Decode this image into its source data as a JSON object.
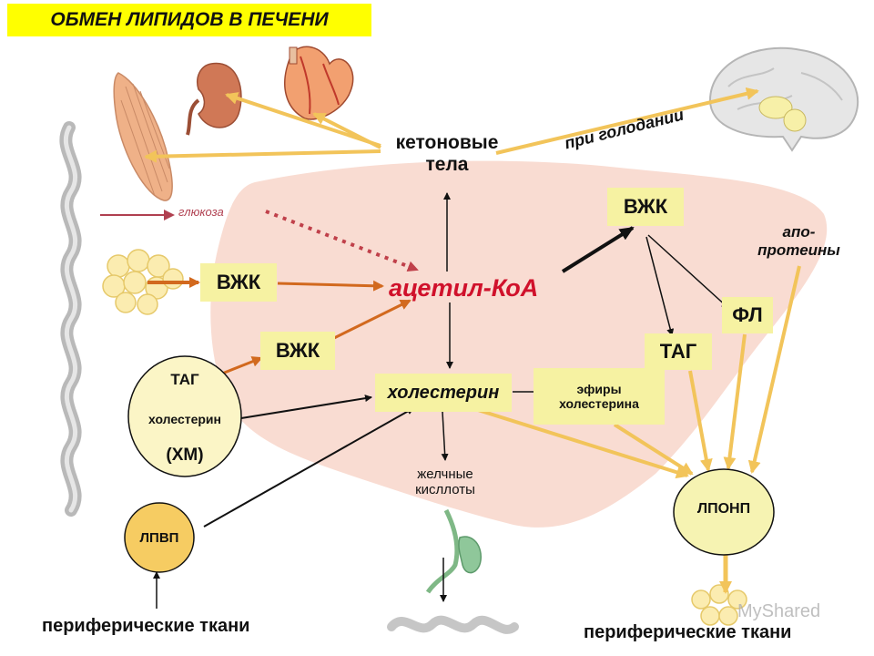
{
  "title": "ОБМЕН ЛИПИДОВ В ПЕЧЕНИ",
  "ketone": [
    "кетоновые",
    "тела"
  ],
  "starvation": "при голодании",
  "glucose": "глюкоза",
  "apoproteins": [
    "апо-",
    "протеины"
  ],
  "acetyl_coa": "ацетил-КоА",
  "vzhk": "ВЖК",
  "tag": "ТАГ",
  "fl": "ФЛ",
  "cholesterol": "холестерин",
  "cholesterol_esters": [
    "эфиры",
    "холестерина"
  ],
  "bile_acids": [
    "желчные",
    "кисллоты"
  ],
  "hm": {
    "tag": "ТАГ",
    "chol": "холестерин",
    "name": "(ХМ)"
  },
  "hdl": "ЛПВП",
  "vldl": "ЛПОНП",
  "peripheral_left": "периферические ткани",
  "peripheral_right": "периферические ткани",
  "watermark": "MyShared",
  "colors": {
    "title_bg": "#ffff00",
    "box_bg": "#f6f2a2",
    "liver_bg": "#f9dcd2",
    "arrow_orange": "#d2691e",
    "arrow_yellow": "#f2c45a",
    "acetyl_red": "#d0112b"
  }
}
